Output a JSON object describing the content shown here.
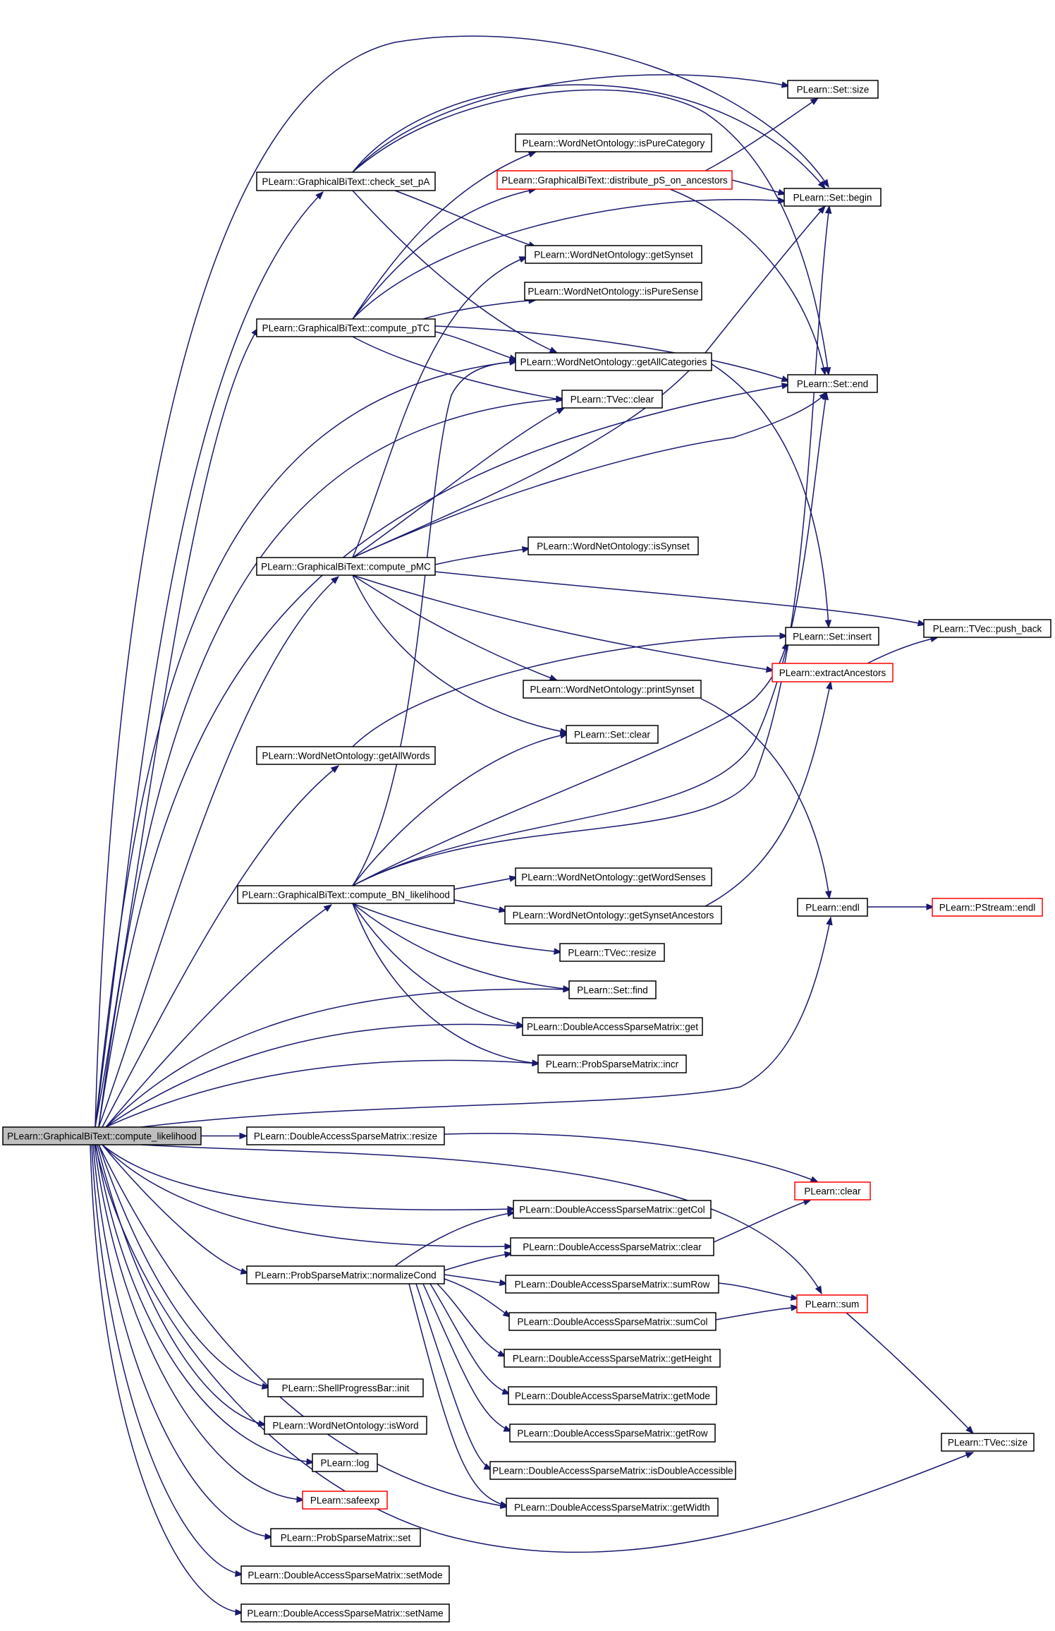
{
  "diagram": {
    "type": "call-graph",
    "colors": {
      "edge": "#191970",
      "root_fill": "#bfbfbf",
      "box_border": "#000000",
      "truncated_border": "#ff0000"
    },
    "nodes": [
      {
        "id": "root",
        "label": "PLearn::GraphicalBiText::compute_likelihood",
        "style": "root"
      },
      {
        "id": "checkSetPA",
        "label": "PLearn::GraphicalBiText::check_set_pA"
      },
      {
        "id": "computePTC",
        "label": "PLearn::GraphicalBiText::compute_pTC"
      },
      {
        "id": "computePMC",
        "label": "PLearn::GraphicalBiText::compute_pMC"
      },
      {
        "id": "getAllWords",
        "label": "PLearn::WordNetOntology::getAllWords"
      },
      {
        "id": "computeBN",
        "label": "PLearn::GraphicalBiText::compute_BN_likelihood"
      },
      {
        "id": "dasmResize",
        "label": "PLearn::DoubleAccessSparseMatrix::resize"
      },
      {
        "id": "normalizeCond",
        "label": "PLearn::ProbSparseMatrix::normalizeCond"
      },
      {
        "id": "spbInit",
        "label": "PLearn::ShellProgressBar::init"
      },
      {
        "id": "isWord",
        "label": "PLearn::WordNetOntology::isWord"
      },
      {
        "id": "log",
        "label": "PLearn::log"
      },
      {
        "id": "safeexp",
        "label": "PLearn::safeexp",
        "style": "truncated"
      },
      {
        "id": "psmSet",
        "label": "PLearn::ProbSparseMatrix::set"
      },
      {
        "id": "setMode",
        "label": "PLearn::DoubleAccessSparseMatrix::setMode"
      },
      {
        "id": "setName",
        "label": "PLearn::DoubleAccessSparseMatrix::setName"
      },
      {
        "id": "isPureCategory",
        "label": "PLearn::WordNetOntology::isPureCategory"
      },
      {
        "id": "distributePS",
        "label": "PLearn::GraphicalBiText::distribute_pS_on_ancestors",
        "style": "truncated"
      },
      {
        "id": "getSynset",
        "label": "PLearn::WordNetOntology::getSynset"
      },
      {
        "id": "isPureSense",
        "label": "PLearn::WordNetOntology::isPureSense"
      },
      {
        "id": "getAllCategories",
        "label": "PLearn::WordNetOntology::getAllCategories"
      },
      {
        "id": "tvecClear",
        "label": "PLearn::TVec::clear"
      },
      {
        "id": "isSynset",
        "label": "PLearn::WordNetOntology::isSynset"
      },
      {
        "id": "printSynset",
        "label": "PLearn::WordNetOntology::printSynset"
      },
      {
        "id": "setClear",
        "label": "PLearn::Set::clear"
      },
      {
        "id": "getWordSenses",
        "label": "PLearn::WordNetOntology::getWordSenses"
      },
      {
        "id": "getSynsetAncestors",
        "label": "PLearn::WordNetOntology::getSynsetAncestors"
      },
      {
        "id": "tvecResize",
        "label": "PLearn::TVec::resize"
      },
      {
        "id": "setFind",
        "label": "PLearn::Set::find"
      },
      {
        "id": "dasmGet",
        "label": "PLearn::DoubleAccessSparseMatrix::get"
      },
      {
        "id": "psmIncr",
        "label": "PLearn::ProbSparseMatrix::incr"
      },
      {
        "id": "getCol",
        "label": "PLearn::DoubleAccessSparseMatrix::getCol"
      },
      {
        "id": "dasmClear",
        "label": "PLearn::DoubleAccessSparseMatrix::clear"
      },
      {
        "id": "sumRow",
        "label": "PLearn::DoubleAccessSparseMatrix::sumRow"
      },
      {
        "id": "sumCol",
        "label": "PLearn::DoubleAccessSparseMatrix::sumCol"
      },
      {
        "id": "getHeight",
        "label": "PLearn::DoubleAccessSparseMatrix::getHeight"
      },
      {
        "id": "getMode",
        "label": "PLearn::DoubleAccessSparseMatrix::getMode"
      },
      {
        "id": "getRow",
        "label": "PLearn::DoubleAccessSparseMatrix::getRow"
      },
      {
        "id": "isDoubleAccessible",
        "label": "PLearn::DoubleAccessSparseMatrix::isDoubleAccessible"
      },
      {
        "id": "getWidth",
        "label": "PLearn::DoubleAccessSparseMatrix::getWidth"
      },
      {
        "id": "setSize",
        "label": "PLearn::Set::size"
      },
      {
        "id": "setBegin",
        "label": "PLearn::Set::begin"
      },
      {
        "id": "setEnd",
        "label": "PLearn::Set::end"
      },
      {
        "id": "setInsert",
        "label": "PLearn::Set::insert"
      },
      {
        "id": "extractAncestors",
        "label": "PLearn::extractAncestors",
        "style": "truncated"
      },
      {
        "id": "endl",
        "label": "PLearn::endl"
      },
      {
        "id": "clear",
        "label": "PLearn::clear",
        "style": "truncated"
      },
      {
        "id": "sum",
        "label": "PLearn::sum",
        "style": "truncated"
      },
      {
        "id": "pushBack",
        "label": "PLearn::TVec::push_back"
      },
      {
        "id": "pstreamEndl",
        "label": "PLearn::PStream::endl",
        "style": "truncated"
      },
      {
        "id": "tvecSize",
        "label": "PLearn::TVec::size"
      }
    ],
    "edges": [
      [
        "root",
        "checkSetPA"
      ],
      [
        "root",
        "computePTC"
      ],
      [
        "root",
        "computePMC"
      ],
      [
        "root",
        "getAllWords"
      ],
      [
        "root",
        "computeBN"
      ],
      [
        "root",
        "dasmResize"
      ],
      [
        "root",
        "normalizeCond"
      ],
      [
        "root",
        "spbInit"
      ],
      [
        "root",
        "isWord"
      ],
      [
        "root",
        "log"
      ],
      [
        "root",
        "safeexp"
      ],
      [
        "root",
        "psmSet"
      ],
      [
        "root",
        "setMode"
      ],
      [
        "root",
        "setName"
      ],
      [
        "root",
        "setBegin"
      ],
      [
        "root",
        "getAllCategories"
      ],
      [
        "root",
        "tvecClear"
      ],
      [
        "root",
        "setEnd"
      ],
      [
        "root",
        "setFind"
      ],
      [
        "root",
        "dasmGet"
      ],
      [
        "root",
        "psmIncr"
      ],
      [
        "root",
        "endl"
      ],
      [
        "root",
        "sum"
      ],
      [
        "root",
        "getCol"
      ],
      [
        "root",
        "dasmClear"
      ],
      [
        "root",
        "getWidth"
      ],
      [
        "root",
        "tvecSize"
      ],
      [
        "checkSetPA",
        "setSize"
      ],
      [
        "checkSetPA",
        "setBegin"
      ],
      [
        "checkSetPA",
        "setEnd"
      ],
      [
        "checkSetPA",
        "getSynset"
      ],
      [
        "checkSetPA",
        "getAllCategories"
      ],
      [
        "computePTC",
        "isPureCategory"
      ],
      [
        "computePTC",
        "distributePS"
      ],
      [
        "computePTC",
        "setBegin"
      ],
      [
        "computePTC",
        "isPureSense"
      ],
      [
        "computePTC",
        "getAllCategories"
      ],
      [
        "computePTC",
        "setEnd"
      ],
      [
        "computePTC",
        "tvecClear"
      ],
      [
        "distributePS",
        "setSize"
      ],
      [
        "distributePS",
        "setBegin"
      ],
      [
        "distributePS",
        "setEnd"
      ],
      [
        "computePMC",
        "getSynset"
      ],
      [
        "computePMC",
        "tvecClear"
      ],
      [
        "computePMC",
        "setBegin"
      ],
      [
        "computePMC",
        "setEnd"
      ],
      [
        "computePMC",
        "isSynset"
      ],
      [
        "computePMC",
        "pushBack"
      ],
      [
        "computePMC",
        "extractAncestors"
      ],
      [
        "computePMC",
        "printSynset"
      ],
      [
        "computePMC",
        "setClear"
      ],
      [
        "getAllWords",
        "setInsert"
      ],
      [
        "computeBN",
        "getAllCategories"
      ],
      [
        "computeBN",
        "setClear"
      ],
      [
        "computeBN",
        "setInsert"
      ],
      [
        "computeBN",
        "setBegin"
      ],
      [
        "computeBN",
        "setEnd"
      ],
      [
        "computeBN",
        "getWordSenses"
      ],
      [
        "computeBN",
        "getSynsetAncestors"
      ],
      [
        "computeBN",
        "tvecResize"
      ],
      [
        "computeBN",
        "setFind"
      ],
      [
        "computeBN",
        "dasmGet"
      ],
      [
        "computeBN",
        "psmIncr"
      ],
      [
        "getAllCategories",
        "setInsert"
      ],
      [
        "printSynset",
        "endl"
      ],
      [
        "getSynsetAncestors",
        "extractAncestors"
      ],
      [
        "extractAncestors",
        "pushBack"
      ],
      [
        "endl",
        "pstreamEndl"
      ],
      [
        "dasmResize",
        "clear"
      ],
      [
        "normalizeCond",
        "getCol"
      ],
      [
        "normalizeCond",
        "dasmClear"
      ],
      [
        "normalizeCond",
        "sumRow"
      ],
      [
        "normalizeCond",
        "sumCol"
      ],
      [
        "normalizeCond",
        "getHeight"
      ],
      [
        "normalizeCond",
        "getMode"
      ],
      [
        "normalizeCond",
        "getRow"
      ],
      [
        "normalizeCond",
        "isDoubleAccessible"
      ],
      [
        "normalizeCond",
        "getWidth"
      ],
      [
        "dasmClear",
        "clear"
      ],
      [
        "sumRow",
        "sum"
      ],
      [
        "sumCol",
        "sum"
      ],
      [
        "sum",
        "tvecSize"
      ]
    ]
  }
}
